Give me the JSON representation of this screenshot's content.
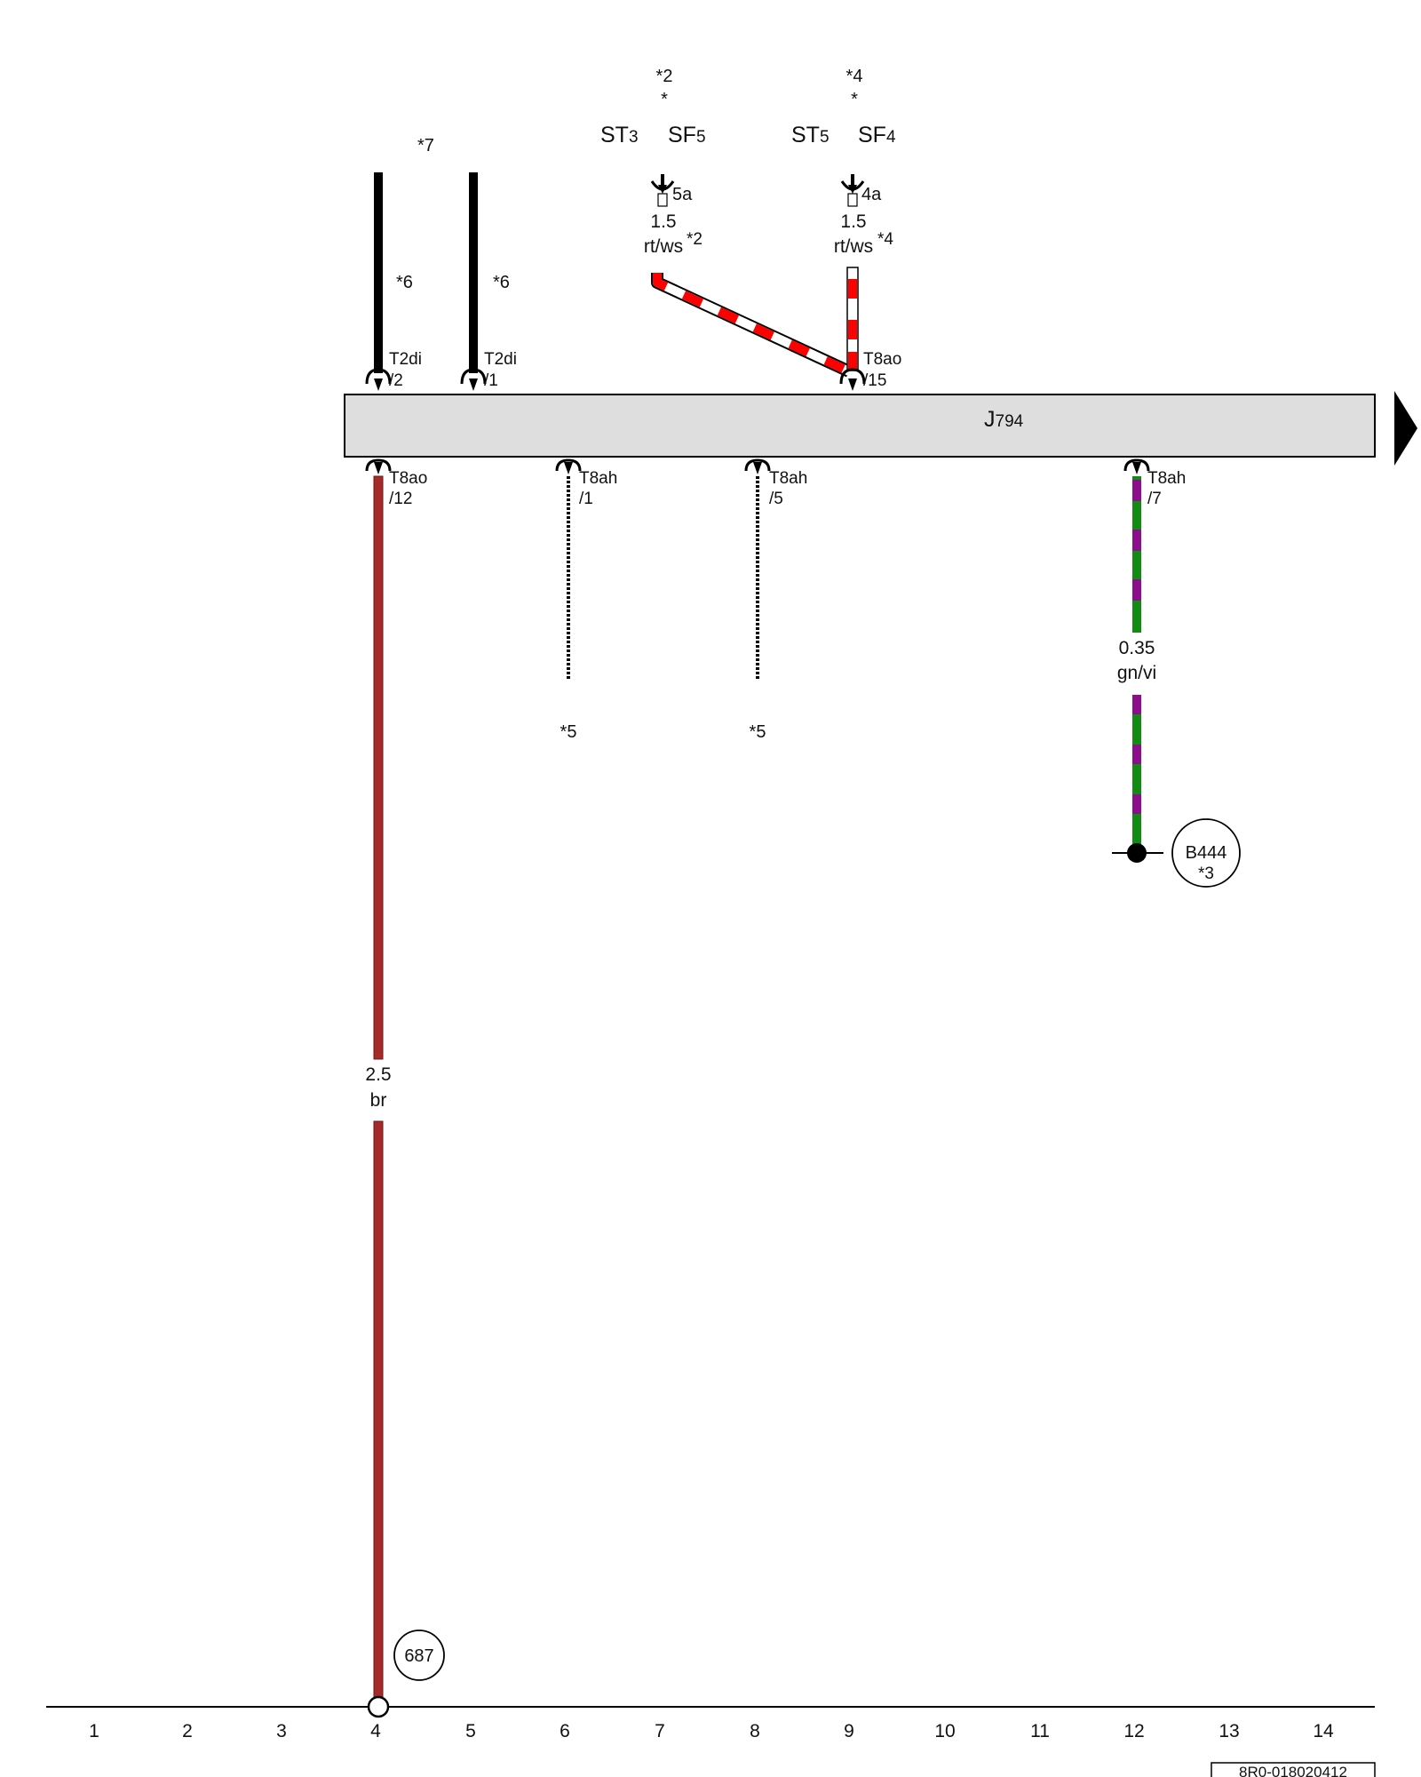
{
  "connectors": {
    "sts": [
      {
        "main": "ST",
        "sub": "3"
      },
      {
        "main": "SF",
        "sub": "5"
      },
      {
        "main": "ST",
        "sub": "5"
      },
      {
        "main": "SF",
        "sub": "4"
      }
    ],
    "footnote_top_left": "*2",
    "footnote_top_left_star": "*",
    "footnote_top_right": "*4",
    "footnote_top_right_star": "*",
    "footnote_7": "*7",
    "terminal_5a": "5a",
    "terminal_4a": "4a"
  },
  "wires": {
    "w1_note": "*6",
    "w2_note": "*6",
    "rtws_left_size": "1.5",
    "rtws_left_color": "rt/ws",
    "rtws_left_note": "*2",
    "rtws_right_size": "1.5",
    "rtws_right_color": "rt/ws",
    "rtws_right_note": "*4",
    "br_size": "2.5",
    "br_color": "br",
    "gnvi_size": "0.35",
    "gnvi_color": "gn/vi",
    "note_5_a": "*5",
    "note_5_b": "*5"
  },
  "pins": {
    "t2di_2_name": "T2di",
    "t2di_2_num": "/2",
    "t2di_1_name": "T2di",
    "t2di_1_num": "/1",
    "t8ao_15_name": "T8ao",
    "t8ao_15_num": "/15",
    "t8ao_12_name": "T8ao",
    "t8ao_12_num": "/12",
    "t8ah_1_name": "T8ah",
    "t8ah_1_num": "/1",
    "t8ah_5_name": "T8ah",
    "t8ah_5_num": "/5",
    "t8ah_7_name": "T8ah",
    "t8ah_7_num": "/7"
  },
  "component": {
    "main": "J",
    "sub": "794"
  },
  "refs": {
    "b444": "B444",
    "b444_note": "*3",
    "ground": "687"
  },
  "columns": [
    "1",
    "2",
    "3",
    "4",
    "5",
    "6",
    "7",
    "8",
    "9",
    "10",
    "11",
    "12",
    "13",
    "14"
  ],
  "doc_id": "8R0-018020412",
  "colors": {
    "red": "#ff0000",
    "brown": "#a52a2a",
    "green": "#138a13",
    "violet": "#8b0f8b",
    "component_fill": "#dedede",
    "black": "#000000"
  }
}
